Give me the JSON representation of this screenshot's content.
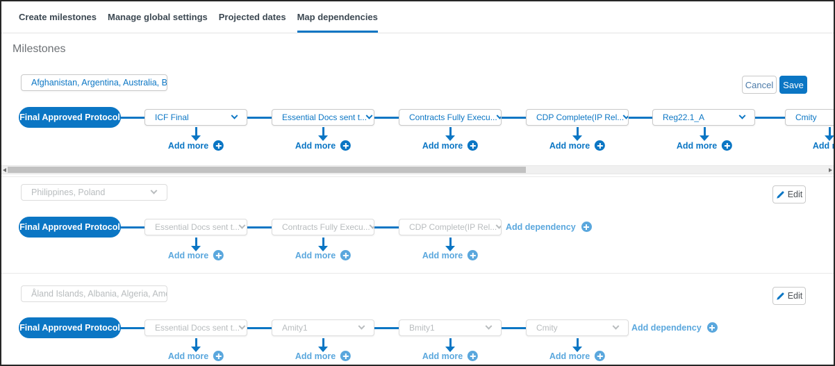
{
  "tabs": {
    "items": [
      {
        "label": "Create milestones",
        "active": false
      },
      {
        "label": "Manage global settings",
        "active": false
      },
      {
        "label": "Projected dates",
        "active": false
      },
      {
        "label": "Map dependencies",
        "active": true
      }
    ]
  },
  "page": {
    "title": "Milestones"
  },
  "buttons": {
    "cancel": "Cancel",
    "save": "Save",
    "edit": "Edit"
  },
  "links": {
    "add_more": "Add more",
    "add_dependency": "Add dependency"
  },
  "icons": {
    "select_chevron": "chevron-down",
    "add": "plus-circle",
    "edit": "pencil",
    "dependency_arrow": "arrow-down",
    "scrollbar_left": "triangle-left",
    "scrollbar_right": "triangle-right"
  },
  "colors": {
    "primary_blue": "#0b76c4",
    "light_blue": "#5aa7dd",
    "disabled_text": "#b8bcbe",
    "save_button_bg": "#0b76c4"
  },
  "sections": [
    {
      "countries_value": "Afghanistan, Argentina, Australia, Bel...",
      "state": "editing",
      "root": "Final Approved Protocol",
      "milestones": [
        "ICF Final",
        "Essential Docs sent t...",
        "Contracts Fully Execu...",
        "CDP Complete(IP Rel...",
        "Reg22.1_A",
        "Cmity"
      ]
    },
    {
      "countries_value": "Philippines, Poland",
      "state": "readonly",
      "root": "Final Approved Protocol",
      "milestones": [
        "Essential Docs sent t...",
        "Contracts Fully Execu...",
        "CDP Complete(IP Rel..."
      ]
    },
    {
      "countries_value": "Åland Islands, Albania, Algeria, Ameri...",
      "state": "readonly",
      "root": "Final Approved Protocol",
      "milestones": [
        "Essential Docs sent t...",
        "Amity1",
        "Bmity1",
        "Cmity"
      ]
    }
  ],
  "scrollbar": {
    "orientation": "horizontal"
  }
}
